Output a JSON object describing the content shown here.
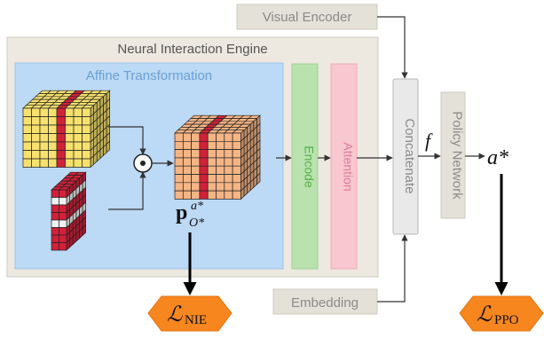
{
  "engine": {
    "title": "Neural Interaction Engine"
  },
  "affine": {
    "title": "Affine Transformation"
  },
  "blocks": {
    "visual_encoder": "Visual Encoder",
    "encode": "Encode",
    "attention": "Attention",
    "concatenate": "Concatenate",
    "policy_network": "Policy Network",
    "embedding": "Embedding"
  },
  "symbols": {
    "f": "f",
    "a_star": "a*",
    "p_main": "p",
    "p_sup": "a*",
    "p_sub": "O*",
    "loss_nie_main": "ℒ",
    "loss_nie_sub": "NIE",
    "loss_ppo_main": "ℒ",
    "loss_ppo_sub": "PPO",
    "odot": "⊙"
  },
  "colors": {
    "engine_bg": "#ede9e0",
    "affine_bg": "#bcd9f5",
    "affine_text": "#6aa0d8",
    "encode_bg": "#b9e2ae",
    "encode_text": "#58b04a",
    "attention_bg": "#f8c7cf",
    "attention_text": "#e37b93",
    "gray_box": "#e4e1d9",
    "gray_text": "#8a8a8a",
    "concat_bg": "#e9e9e9",
    "orange": "#f7861f",
    "yellow": "#f8e16c",
    "salmon": "#f7b584",
    "red": "#d3203a"
  }
}
